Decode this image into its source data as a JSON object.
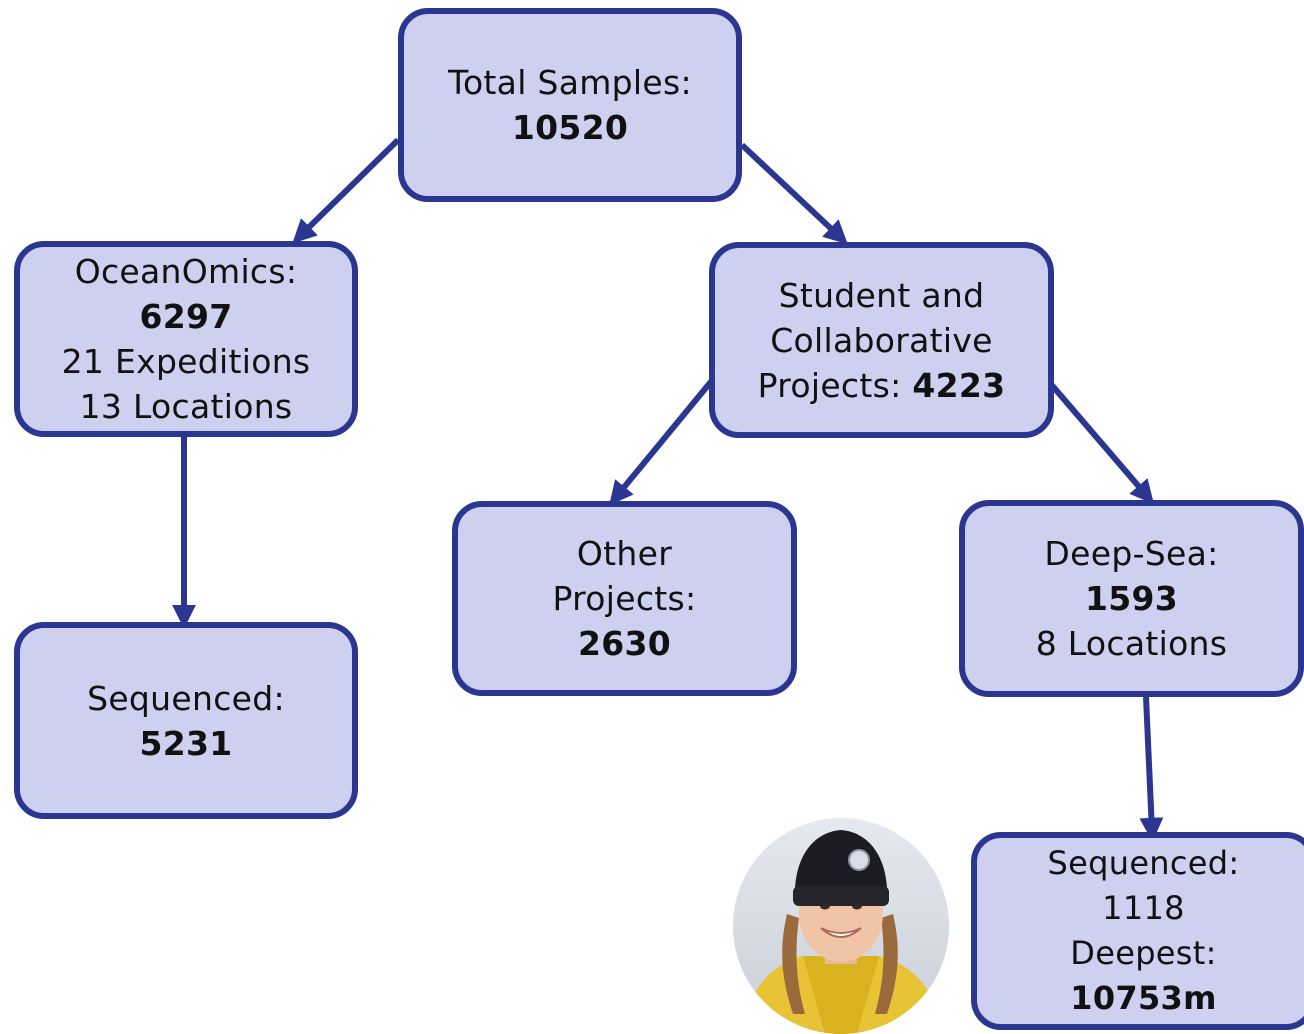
{
  "colors": {
    "node_fill": "#cdd0ef",
    "node_border": "#2b3691",
    "arrow": "#2b3691",
    "text": "#111111"
  },
  "nodes": {
    "total": {
      "label": "Total Samples:",
      "value": "10520"
    },
    "oceanomics": {
      "label": "OceanOmics:",
      "value": "6297",
      "expeditions": "21 Expeditions",
      "locations": "13 Locations"
    },
    "oceanomics_sequenced": {
      "label": "Sequenced:",
      "value": "5231"
    },
    "student": {
      "line1": "Student and",
      "line2": "Collaborative",
      "line3_label": "Projects:",
      "value": "4223"
    },
    "other": {
      "line1": "Other",
      "line2": "Projects:",
      "value": "2630"
    },
    "deepsea": {
      "label": "Deep-Sea:",
      "value": "1593",
      "locations": "8 Locations"
    },
    "deepsea_sequenced": {
      "label": "Sequenced:",
      "value": "1118",
      "deepest_label": "Deepest:",
      "deepest_value": "10753m"
    }
  },
  "avatar": {
    "icon": "person-photo-icon"
  }
}
